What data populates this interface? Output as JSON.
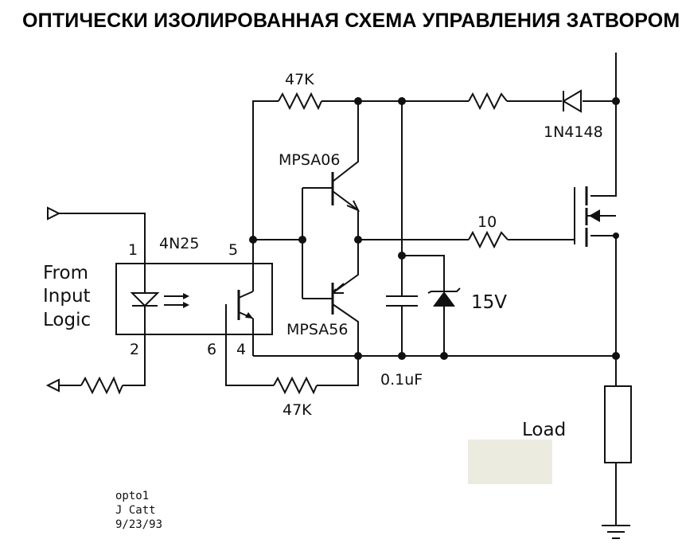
{
  "title": "ОПТИЧЕСКИ ИЗОЛИРОВАННАЯ СХЕМА УПРАВЛЕНИЯ ЗАТВОРОМ",
  "components": {
    "r_top": "47K",
    "r_bottom": "47K",
    "r_gate": "10",
    "diode": "1N4148",
    "q_npn": "MPSA06",
    "q_pnp": "MPSA56",
    "optocoupler": "4N25",
    "capacitor": "0.1uF",
    "zener": "15V",
    "load": "Load"
  },
  "pins": {
    "p1": "1",
    "p2": "2",
    "p4": "4",
    "p5": "5",
    "p6": "6"
  },
  "input_label": [
    "From",
    "Input",
    "Logic"
  ],
  "footnote": [
    "opto1",
    "J Catt",
    "9/23/93"
  ],
  "colors": {
    "line": "#111111",
    "patch": "#ecebdf"
  }
}
